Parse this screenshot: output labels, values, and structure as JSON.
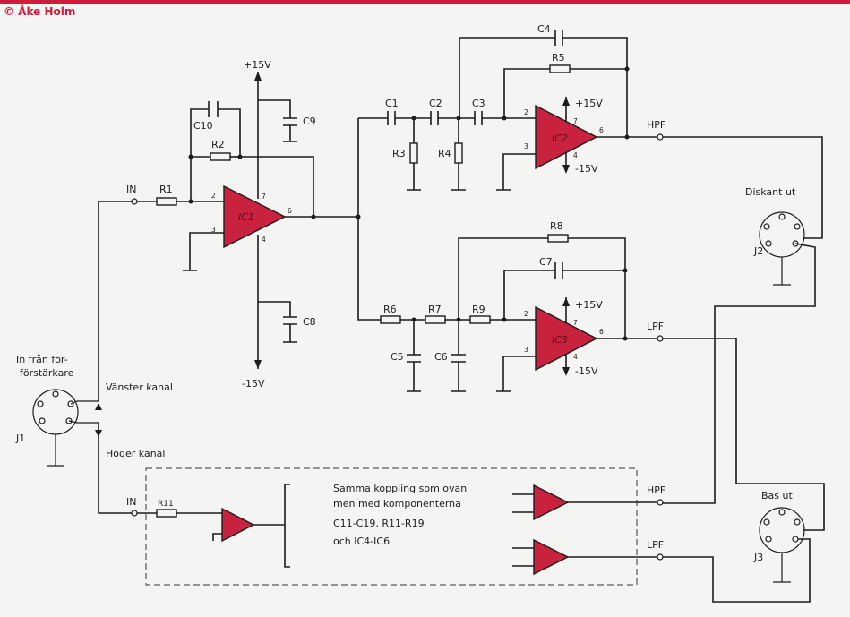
{
  "copyright": "© Åke Holm",
  "supply": {
    "pos": "+15V",
    "neg": "-15V"
  },
  "inputs": {
    "in_label": "IN",
    "source_line1": "In från för-",
    "source_line2": "förstärkare",
    "left_channel": "Vänster kanal",
    "right_channel": "Höger kanal",
    "jack": "J1"
  },
  "components": {
    "R1": "R1",
    "R2": "R2",
    "R3": "R3",
    "R4": "R4",
    "R5": "R5",
    "R6": "R6",
    "R7": "R7",
    "R8": "R8",
    "R9": "R9",
    "R11": "R11",
    "C1": "C1",
    "C2": "C2",
    "C3": "C3",
    "C4": "C4",
    "C5": "C5",
    "C6": "C6",
    "C7": "C7",
    "C8": "C8",
    "C9": "C9",
    "C10": "C10"
  },
  "ics": {
    "ic1": "IC1",
    "ic2": "IC2",
    "ic3": "IC3"
  },
  "pins": {
    "p2": "2",
    "p3": "3",
    "p4": "4",
    "p6": "6",
    "p7": "7"
  },
  "outputs": {
    "hpf": "HPF",
    "lpf": "LPF",
    "treble_out": "Diskant ut",
    "bass_out": "Bas ut",
    "j2": "J2",
    "j3": "J3"
  },
  "note": {
    "line1": "Samma koppling som ovan",
    "line2": "men med komponenterna",
    "line3": "C11-C19, R11-R19",
    "line4": "och IC4-IC6"
  }
}
